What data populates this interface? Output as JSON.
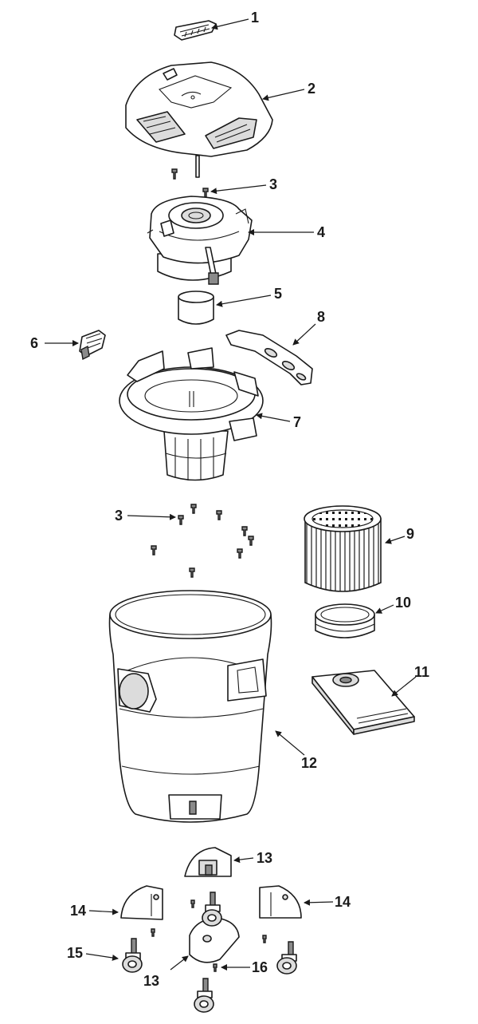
{
  "callouts": [
    {
      "id": "c1",
      "label": "1"
    },
    {
      "id": "c2",
      "label": "2"
    },
    {
      "id": "c3a",
      "label": "3"
    },
    {
      "id": "c4",
      "label": "4"
    },
    {
      "id": "c5",
      "label": "5"
    },
    {
      "id": "c6",
      "label": "6"
    },
    {
      "id": "c7",
      "label": "7"
    },
    {
      "id": "c8",
      "label": "8"
    },
    {
      "id": "c3b",
      "label": "3"
    },
    {
      "id": "c9",
      "label": "9"
    },
    {
      "id": "c10",
      "label": "10"
    },
    {
      "id": "c11",
      "label": "11"
    },
    {
      "id": "c12",
      "label": "12"
    },
    {
      "id": "c13a",
      "label": "13"
    },
    {
      "id": "c14a",
      "label": "14"
    },
    {
      "id": "c14b",
      "label": "14"
    },
    {
      "id": "c15",
      "label": "15"
    },
    {
      "id": "c13b",
      "label": "13"
    },
    {
      "id": "c16",
      "label": "16"
    }
  ]
}
